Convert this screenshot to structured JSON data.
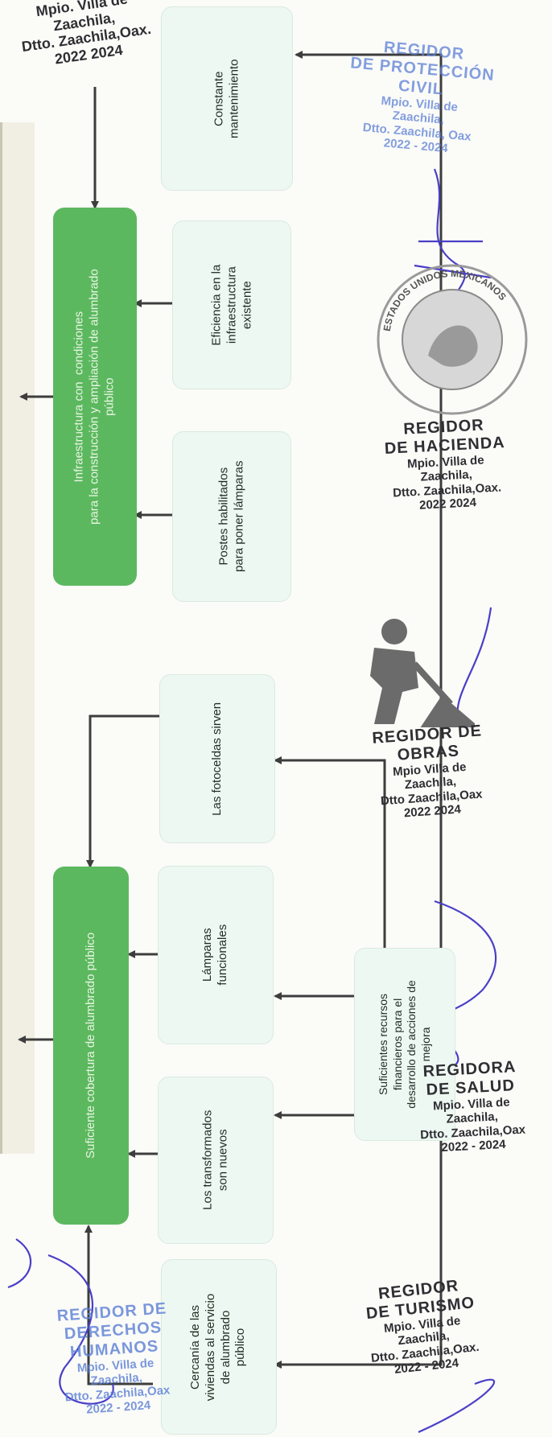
{
  "boxes": {
    "green1": "Infraestructura con  condiciones\npara la construcción y ampliación de alumbrado\npúblico",
    "green2": "Suficiente cobertura de alumbrado público",
    "constante": "Constante\nmantenimiento",
    "eficiencia": "Eficiencia en la\ninfraestructura\nexistente",
    "postes": "Postes habilitados\npara poner lámparas",
    "fotoceldas": "Las fotoceldas sirven",
    "lamparas": "Lámparas\nfuncionales",
    "transformados": "Los transformados\nson nuevos",
    "cercania": "Cercanía de las\nviviendas al servicio\nde alumbrado\npúblico",
    "recursos": "Suficientes recursos\nfinancieros para el\ndesarrollo de acciones de\nmejora"
  },
  "stamps": {
    "top_left": [
      "Mpio. Villa de",
      "Zaachila,",
      "Dtto. Zaachila,Oax.",
      "2022  2024"
    ],
    "proteccion": [
      "REGIDOR",
      "DE PROTECCIÓN",
      "CIVIL",
      "Mpio. Villa de",
      "Zaachila,",
      "Dtto. Zaachila, Oax",
      "2022 - 2024"
    ],
    "seal": "ESTADOS UNIDOS MEXICANOS",
    "hacienda": [
      "REGIDOR",
      "DE HACIENDA",
      "Mpio. Villa de",
      "Zaachila,",
      "Dtto. Zaachila,Oax.",
      "2022  2024"
    ],
    "obras": [
      "REGIDOR DE",
      "OBRAS",
      "Mpio  Villa de",
      "Zaachila,",
      "Dtto  Zaachila,Oax",
      "2022  2024"
    ],
    "salud": [
      "REGIDORA",
      "DE SALUD",
      "Mpio. Villa de",
      "Zaachila,",
      "Dtto. Zaachila,Oax",
      "2022 - 2024"
    ],
    "turismo": [
      "REGIDOR",
      "DE TURISMO",
      "Mpio. Villa de",
      "Zaachila,",
      "Dtto. Zaachila,Oax.",
      "2022 - 2024"
    ],
    "derechos": [
      "REGIDOR DE",
      "DERECHOS",
      "HUMANOS",
      "Mpio. Villa de",
      "Zaachila,",
      "Dtto. Zaachila,Oax",
      "2022 - 2024"
    ]
  },
  "colors": {
    "green": "#5cb85e",
    "pale": "#eef8f2",
    "stamp_blue": "#5b7fd6",
    "ink": "#4a3fc7",
    "arrow": "#3d3d3d"
  }
}
